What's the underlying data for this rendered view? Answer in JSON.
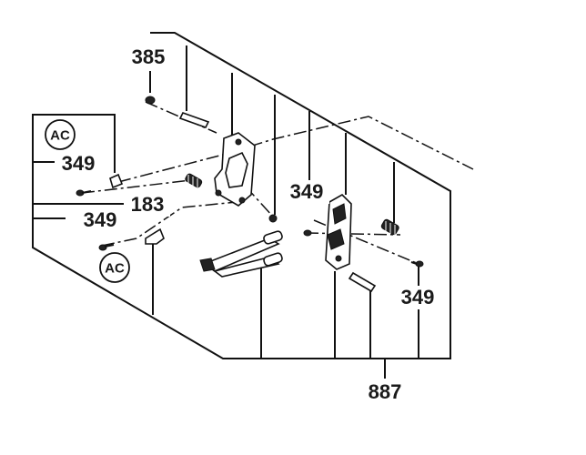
{
  "labels": {
    "top_385": "385",
    "left_349_upper": "349",
    "left_349_lower": "349",
    "mid_183": "183",
    "mid_349": "349",
    "right_349": "349",
    "bottom_887": "887"
  },
  "badges": {
    "ac_upper": "AC",
    "ac_lower": "AC"
  }
}
